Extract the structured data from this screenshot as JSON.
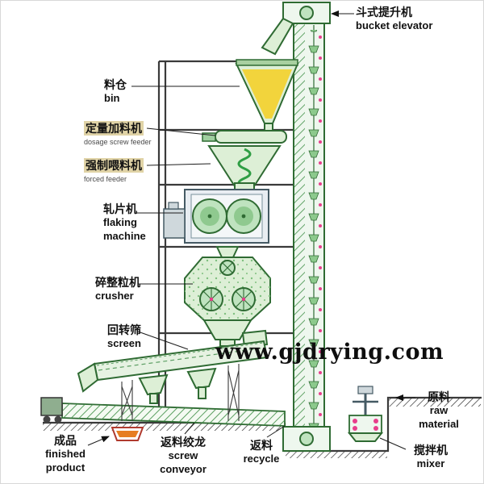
{
  "watermark": "www.gjdrying.com",
  "labels": {
    "bucket_elevator": {
      "zh": "斗式提升机",
      "en": "bucket elevator"
    },
    "bin": {
      "zh": "料仓",
      "en": "bin"
    },
    "dosage_feeder": {
      "zh": "定量加料机",
      "en": "dosage screw feeder"
    },
    "forced_feeder": {
      "zh": "强制喂料机",
      "en": "forced feeder"
    },
    "flaking_machine": {
      "zh": "轧片机",
      "en": "flaking machine"
    },
    "crusher": {
      "zh": "碎整粒机",
      "en": "crusher"
    },
    "screen": {
      "zh": "回转筛",
      "en": "screen"
    },
    "finished_product": {
      "zh": "成品",
      "en": "finished product"
    },
    "screw_conveyor": {
      "zh": "返料绞龙",
      "en": "screw conveyor"
    },
    "recycle": {
      "zh": "返料",
      "en": "recycle"
    },
    "raw_material": {
      "zh": "原料",
      "en": "raw material"
    },
    "mixer": {
      "zh": "搅拌机",
      "en": "mixer"
    }
  },
  "colors": {
    "machine_green": "#2f6b33",
    "machine_fill": "#ddefd6",
    "material_yellow": "#f2d43c",
    "dot_pink": "#e83e8c",
    "highlight": "#e0d3a6",
    "tray_orange": "#e67e22"
  }
}
